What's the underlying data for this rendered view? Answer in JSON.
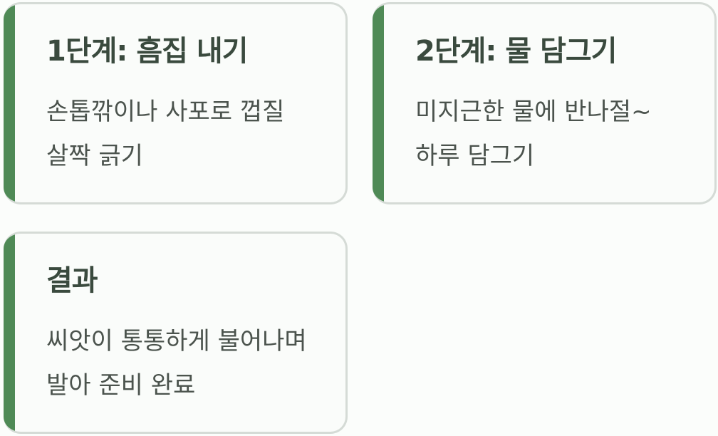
{
  "theme": {
    "accent_color": "#4f8a56",
    "card_border_color": "#d5dbd6",
    "title_color": "#3a4a3e",
    "text_color": "#4b534d"
  },
  "cards": [
    {
      "title": "1단계: 흠집 내기",
      "description": "손톱깎이나 사포로 껍질 살짝 긁기"
    },
    {
      "title": "2단계: 물 담그기",
      "description": "미지근한 물에 반나절~하루 담그기"
    },
    {
      "title": "결과",
      "description": "씨앗이 통통하게 불어나며 발아 준비 완료"
    }
  ]
}
